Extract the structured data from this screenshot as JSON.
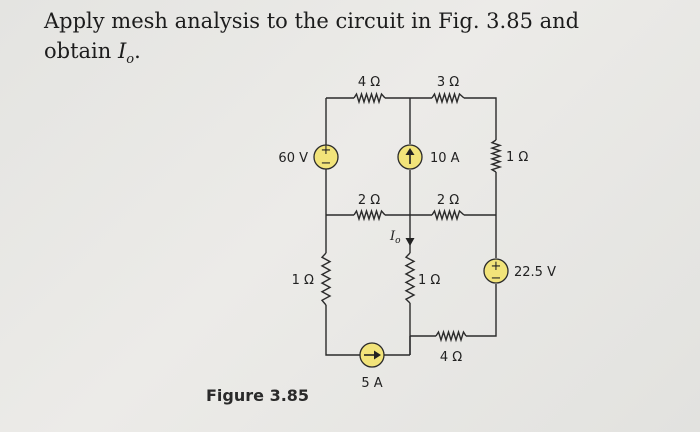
{
  "problem": {
    "line1": "Apply mesh analysis to the circuit in Fig. 3.85 and",
    "line2_prefix": "obtain ",
    "var": "I",
    "var_sub": "o",
    "line2_suffix": "."
  },
  "figure_caption": "Figure 3.85",
  "circuit": {
    "r_top_left": "4 Ω",
    "r_top_right": "3 Ω",
    "r_mid_left": "2 Ω",
    "r_mid_right": "2 Ω",
    "r_right_upper": "1 Ω",
    "r_left_lower": "1 Ω",
    "r_center_lower": "1 Ω",
    "r_bottom_right": "4 Ω",
    "v_source_left": "60 V",
    "v_source_right": "22.5 V",
    "i_source_center": "10 A",
    "i_source_bottom": "5 A",
    "current_label": "I",
    "current_sub": "o",
    "plus": "+",
    "minus": "−"
  },
  "colors": {
    "source_fill": "#f2e47a",
    "wire": "#2b2b2b"
  }
}
